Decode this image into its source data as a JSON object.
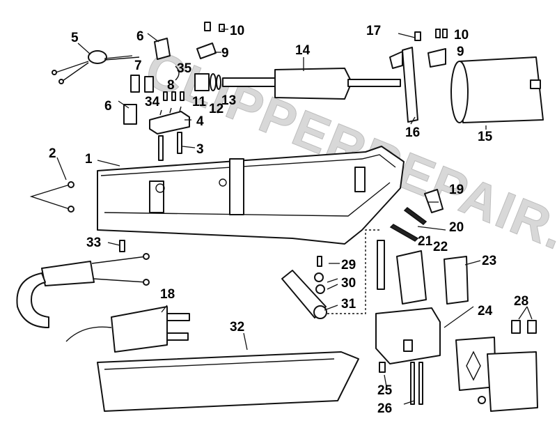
{
  "watermark": "CLIPPERREPAIR.COM",
  "callouts": [
    {
      "id": "c1",
      "text": "1"
    },
    {
      "id": "c2",
      "text": "2"
    },
    {
      "id": "c3",
      "text": "3"
    },
    {
      "id": "c4",
      "text": "4"
    },
    {
      "id": "c5",
      "text": "5"
    },
    {
      "id": "c6a",
      "text": "6"
    },
    {
      "id": "c6b",
      "text": "6"
    },
    {
      "id": "c7",
      "text": "7"
    },
    {
      "id": "c8",
      "text": "8"
    },
    {
      "id": "c9a",
      "text": "9"
    },
    {
      "id": "c9b",
      "text": "9"
    },
    {
      "id": "c10a",
      "text": "10"
    },
    {
      "id": "c10b",
      "text": "10"
    },
    {
      "id": "c11",
      "text": "11"
    },
    {
      "id": "c12",
      "text": "12"
    },
    {
      "id": "c13",
      "text": "13"
    },
    {
      "id": "c14",
      "text": "14"
    },
    {
      "id": "c15",
      "text": "15"
    },
    {
      "id": "c16",
      "text": "16"
    },
    {
      "id": "c17",
      "text": "17"
    },
    {
      "id": "c18",
      "text": "18"
    },
    {
      "id": "c19",
      "text": "19"
    },
    {
      "id": "c20",
      "text": "20"
    },
    {
      "id": "c21",
      "text": "21"
    },
    {
      "id": "c22",
      "text": "22"
    },
    {
      "id": "c23",
      "text": "23"
    },
    {
      "id": "c24",
      "text": "24"
    },
    {
      "id": "c25",
      "text": "25"
    },
    {
      "id": "c26",
      "text": "26"
    },
    {
      "id": "c28",
      "text": "28"
    },
    {
      "id": "c29",
      "text": "29"
    },
    {
      "id": "c30",
      "text": "30"
    },
    {
      "id": "c31",
      "text": "31"
    },
    {
      "id": "c32",
      "text": "32"
    },
    {
      "id": "c33",
      "text": "33"
    },
    {
      "id": "c34",
      "text": "34"
    },
    {
      "id": "c35",
      "text": "35"
    }
  ]
}
